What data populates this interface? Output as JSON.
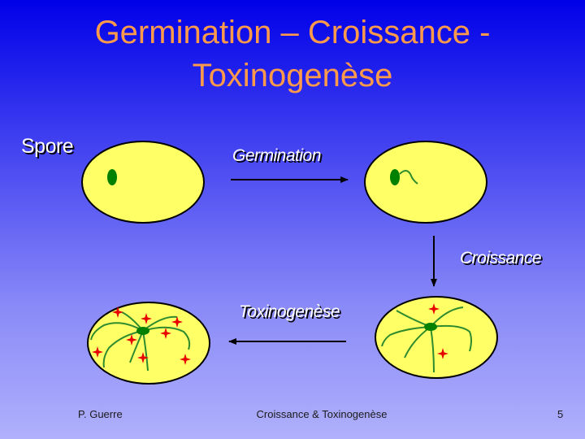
{
  "title": {
    "line1": "Germination – Croissance -",
    "line2": "Toxinogenèse"
  },
  "labels": {
    "spore": "Spore",
    "germination": "Germination",
    "croissance": "Croissance",
    "toxinogenese": "Toxinogenèse"
  },
  "footer": {
    "author": "P. Guerre",
    "center": "Croissance & Toxinogenèse",
    "page": "5"
  },
  "colors": {
    "cell_fill": "#ffff66",
    "spore": "#008000",
    "hyphae": "#2e8b2e",
    "toxin": "#e60000",
    "title": "#ff9a4a"
  }
}
